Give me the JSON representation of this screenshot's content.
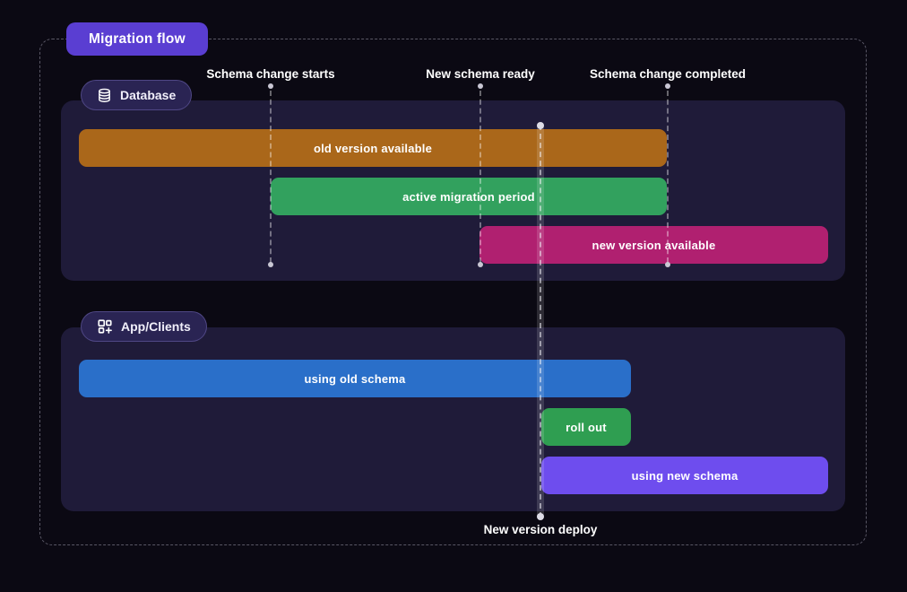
{
  "title_badge": "Migration flow",
  "timeline": {
    "markers": [
      {
        "label": "Schema change starts"
      },
      {
        "label": "New schema ready"
      },
      {
        "label": "Schema change completed"
      }
    ],
    "deploy_label": "New version deploy"
  },
  "sections": [
    {
      "label": "Database",
      "icon": "database-icon",
      "bars": [
        {
          "label": "old version available",
          "color": "#aa671a"
        },
        {
          "label": "active migration period",
          "color": "#32a15e"
        },
        {
          "label": "new version available",
          "color": "#b02070"
        }
      ]
    },
    {
      "label": "App/Clients",
      "icon": "apps-plus-icon",
      "bars": [
        {
          "label": "using old schema",
          "color": "#2a6fc9"
        },
        {
          "label": "roll out",
          "color": "#2f9e51"
        },
        {
          "label": "using new schema",
          "color": "#6e4dee"
        }
      ]
    }
  ],
  "colors": {
    "background": "#0b0913",
    "panel": "#1f1b39",
    "title_badge": "#5a3ed2",
    "pill_bg": "#2a2453",
    "guide_dot": "#c9c7d4"
  }
}
